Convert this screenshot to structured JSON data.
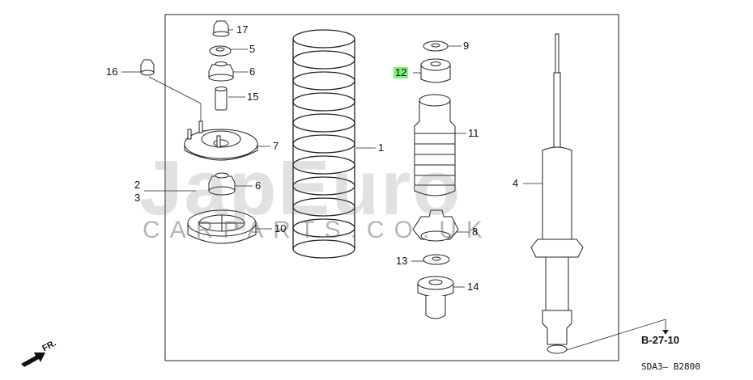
{
  "watermark": {
    "brand": "JapEuro",
    "url": "CARPARTS.CO.UK"
  },
  "callouts": {
    "p1": "1",
    "p2": "2",
    "p3": "3",
    "p4": "4",
    "p5": "5",
    "p6a": "6",
    "p6b": "6",
    "p7": "7",
    "p8": "8",
    "p9": "9",
    "p10": "10",
    "p11": "11",
    "p12": "12",
    "p13": "13",
    "p14": "14",
    "p15": "15",
    "p16": "16",
    "p17": "17"
  },
  "reference": "B-27-10",
  "diagram_code": "SDA3– B2800",
  "front_marker": "FR.",
  "highlight_color": "#7df07d"
}
